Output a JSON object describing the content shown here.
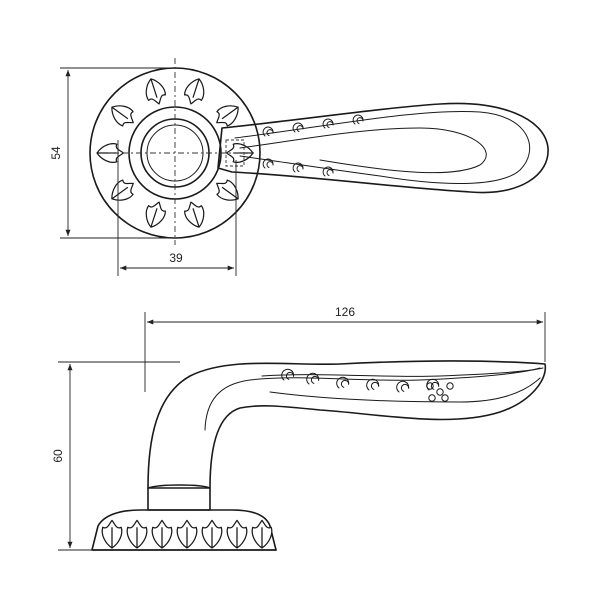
{
  "dimensions": {
    "rosette_height": "54",
    "rosette_width": "39",
    "lever_length": "126",
    "lever_height": "60"
  },
  "colors": {
    "ink": "#1a1a1a",
    "background": "#ffffff"
  }
}
